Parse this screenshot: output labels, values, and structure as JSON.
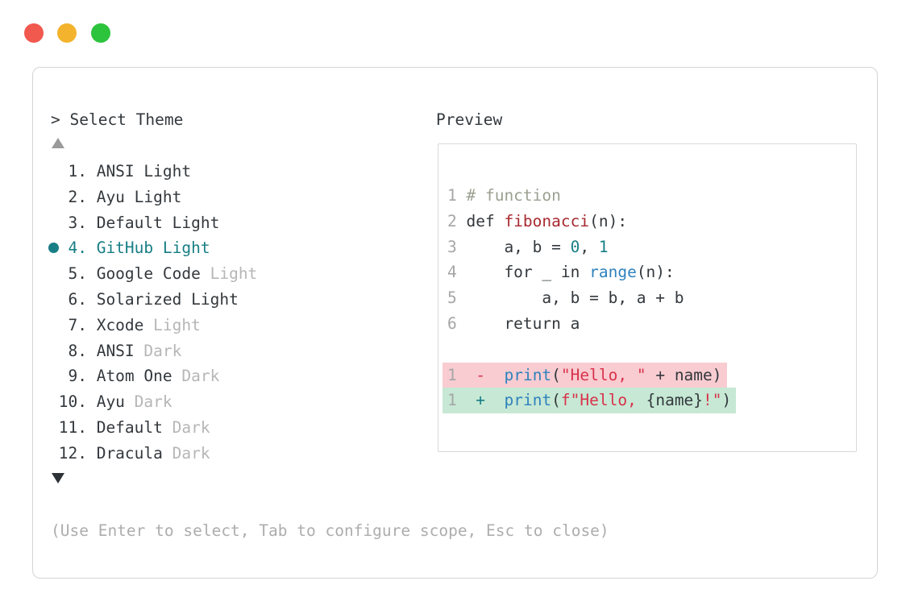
{
  "window": {
    "controls": {
      "close_color": "#f1584e",
      "minimize_color": "#f3b32c",
      "zoom_color": "#2cc33d"
    }
  },
  "picker": {
    "title": "> Select Theme",
    "items": [
      {
        "prefix": "  1. ",
        "label": "ANSI Light",
        "suffix": "",
        "selected": false
      },
      {
        "prefix": "  2. ",
        "label": "Ayu Light",
        "suffix": "",
        "selected": false
      },
      {
        "prefix": "  3. ",
        "label": "Default Light",
        "suffix": "",
        "selected": false
      },
      {
        "prefix": "  4. ",
        "label": "GitHub Light",
        "suffix": "",
        "selected": true
      },
      {
        "prefix": "  5. ",
        "label": "Google Code ",
        "suffix": "Light",
        "selected": false
      },
      {
        "prefix": "  6. ",
        "label": "Solarized Light",
        "suffix": "",
        "selected": false
      },
      {
        "prefix": "  7. ",
        "label": "Xcode ",
        "suffix": "Light",
        "selected": false
      },
      {
        "prefix": "  8. ",
        "label": "ANSI ",
        "suffix": "Dark",
        "selected": false
      },
      {
        "prefix": "  9. ",
        "label": "Atom One ",
        "suffix": "Dark",
        "selected": false
      },
      {
        "prefix": " 10. ",
        "label": "Ayu ",
        "suffix": "Dark",
        "selected": false
      },
      {
        "prefix": " 11. ",
        "label": "Default ",
        "suffix": "Dark",
        "selected": false
      },
      {
        "prefix": " 12. ",
        "label": "Dracula ",
        "suffix": "Dark",
        "selected": false
      }
    ],
    "hint": "(Use Enter to select, Tab to configure scope, Esc to close)"
  },
  "preview": {
    "label": "Preview",
    "code": {
      "lines": [
        {
          "num": "1 ",
          "segments": [
            {
              "t": "# function"
            }
          ]
        },
        {
          "num": "2 ",
          "segments": [
            {
              "t": "def "
            },
            {
              "t": "fibonacci"
            },
            {
              "t": "(n):"
            }
          ]
        },
        {
          "num": "3 ",
          "segments": [
            {
              "t": "    a, b = "
            },
            {
              "t": "0"
            },
            {
              "t": ", "
            },
            {
              "t": "1"
            }
          ]
        },
        {
          "num": "4 ",
          "segments": [
            {
              "t": "    for _ in "
            },
            {
              "t": "range"
            },
            {
              "t": "(n):"
            }
          ]
        },
        {
          "num": "5 ",
          "segments": [
            {
              "t": "        a, b = b, a + b"
            }
          ]
        },
        {
          "num": "6 ",
          "segments": [
            {
              "t": "    return a"
            }
          ]
        }
      ],
      "diff": [
        {
          "num": "1",
          "segments": [
            {
              "t": "  "
            },
            {
              "t": "-"
            },
            {
              "t": "  "
            },
            {
              "t": "print"
            },
            {
              "t": "("
            },
            {
              "t": "\"Hello, \""
            },
            {
              "t": " + name)"
            }
          ]
        },
        {
          "num": "1",
          "segments": [
            {
              "t": "  "
            },
            {
              "t": "+"
            },
            {
              "t": "  "
            },
            {
              "t": "print"
            },
            {
              "t": "("
            },
            {
              "t": "f\"Hello, "
            },
            {
              "t": "{name}"
            },
            {
              "t": "!\""
            },
            {
              "t": ")"
            }
          ]
        }
      ]
    }
  },
  "colors": {
    "accent_teal": "#177e85",
    "text_dark": "#33383d",
    "text_muted": "#b6b6b6",
    "hint_gray": "#adadad",
    "line_number_gray": "#a6a6a6",
    "syntax_comment": "#9ba092",
    "syntax_function_red": "#a8292f",
    "syntax_builtin_blue": "#2e81bd",
    "syntax_string_red": "#d9324b",
    "diff_removed_bg": "#f8ccd1",
    "diff_added_bg": "#c6e8d4",
    "scroll_up_arrow_gray": "#9a9a9a",
    "scroll_down_arrow_dark": "#2d3237",
    "border_gray": "#d4d4d4"
  }
}
